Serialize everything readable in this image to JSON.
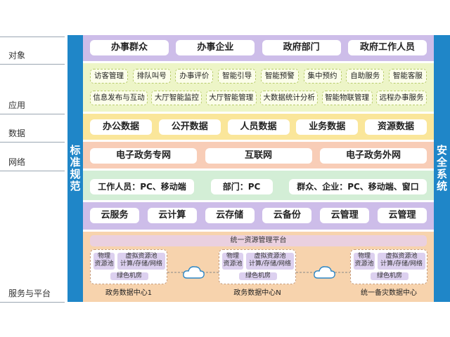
{
  "row_labels": [
    "对象",
    "应用",
    "数据",
    "网络",
    "服务与平台"
  ],
  "left_sidebar": "标准规范",
  "right_sidebar": "安全系统",
  "objects": [
    "办事群众",
    "办事企业",
    "政府部门",
    "政府工作人员"
  ],
  "apps_row1": [
    "访客管理",
    "排队叫号",
    "办事评价",
    "智能引导",
    "智能预警",
    "集中预约",
    "自助服务",
    "智能客服"
  ],
  "apps_row2": [
    "信息发布与互动",
    "大厅智能监控",
    "大厅智能管理",
    "大数据统计分析",
    "智能物联管理",
    "远程办事服务"
  ],
  "data_items": [
    "办公数据",
    "公开数据",
    "人员数据",
    "业务数据",
    "资源数据"
  ],
  "networks": [
    "电子政务专网",
    "互联网",
    "电子政务外网"
  ],
  "terminals": [
    "工作人员：PC、移动端",
    "部门：PC",
    "群众、企业：PC、移动端、窗口"
  ],
  "cloud_services": [
    "云服务",
    "云计算",
    "云存储",
    "云备份",
    "云管理",
    "云管理"
  ],
  "platform": {
    "unified": "统一资源管理平台",
    "centers": [
      {
        "physical": "物理\n资源池",
        "virtual": "虚拟资源池\n计算/存储/网络",
        "green": "绿色机房",
        "name": "政务数据中心1"
      },
      {
        "physical": "物理\n资源池",
        "virtual": "虚拟资源池\n计算/存储/网络",
        "green": "绿色机房",
        "name": "政务数据中心N"
      },
      {
        "physical": "物理\n资源池",
        "virtual": "虚拟资源池\n计算/存储/网络",
        "green": "绿色机房",
        "name": "统一备灾数据中心"
      }
    ]
  },
  "colors": {
    "side": "#1f86c8",
    "objects": "#cdbde9",
    "apps": "#edf5c7",
    "data": "#fae69a",
    "network": "#f8cdb7",
    "terminals": "#d3eed6",
    "cloud": "#cdbde9",
    "platform": "#f7d3ad"
  }
}
